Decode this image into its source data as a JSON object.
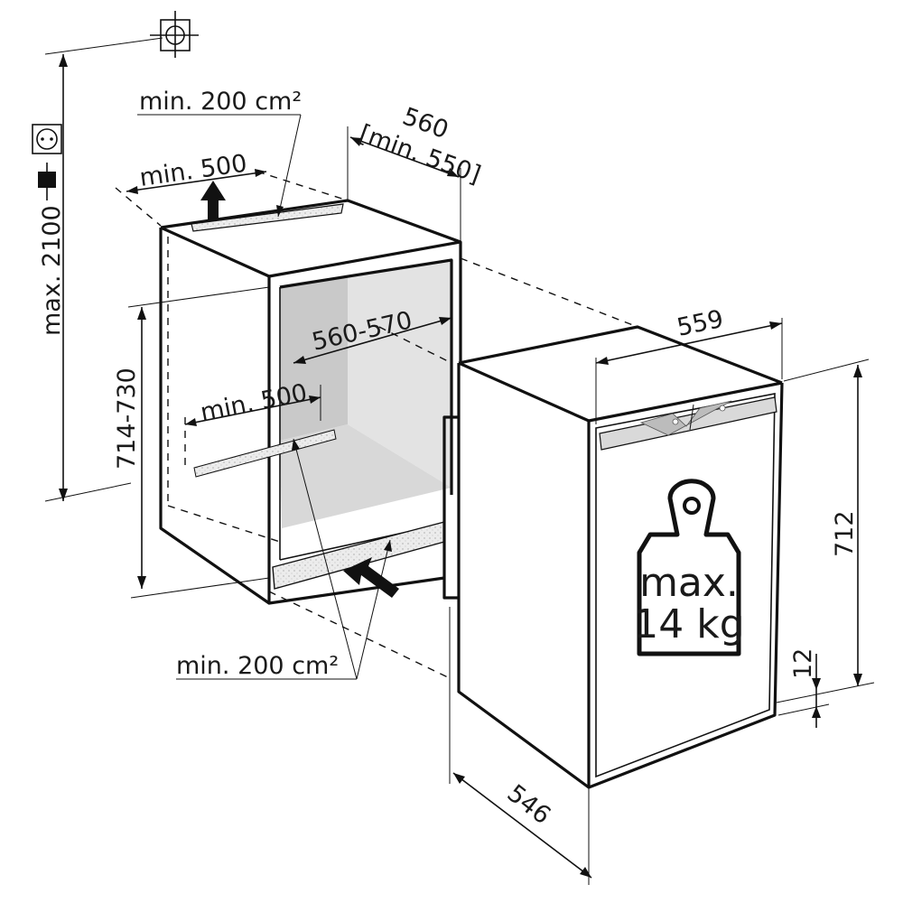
{
  "labels": {
    "max_height": "max. 2100",
    "vent_top": "min. 200 cm²",
    "width_outer_top": "560",
    "width_outer_min": "[min. 550]",
    "depth_top_min": "min. 500",
    "niche_width": "560-570",
    "depth_bottom_min": "min. 500",
    "niche_height": "714-730",
    "vent_bottom": "min. 200 cm²",
    "appliance_width": "559",
    "appliance_height": "712",
    "plinth_gap": "12",
    "appliance_depth": "546",
    "load_line1": "max.",
    "load_line2": "14 kg"
  },
  "icons": {
    "crosshair": "crosshair-icon",
    "socket": "power-socket-icon",
    "plug": "power-plug-icon",
    "weight": "weight-icon",
    "airflow_up": "airflow-up-arrow-icon",
    "airflow_in": "airflow-in-arrow-icon"
  },
  "colors": {
    "line": "#111111",
    "niche_interior": "#c8c8c8",
    "niche_floor": "#d9d9d9",
    "vent_grille": "#e8e8e8"
  }
}
